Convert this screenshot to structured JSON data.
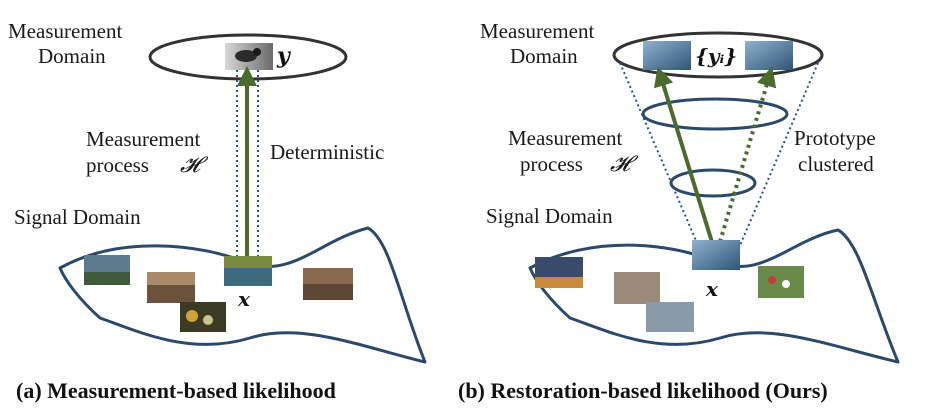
{
  "panel_a": {
    "measurement_domain": [
      "Measurement",
      "Domain"
    ],
    "measurement_symbol": "y",
    "measurement_process": [
      "Measurement",
      "process"
    ],
    "process_symbol": "𝓗",
    "deterministic": "Deterministic",
    "signal_domain": "Signal Domain",
    "signal_symbol": "x",
    "caption": "(a) Measurement-based likelihood"
  },
  "panel_b": {
    "measurement_domain": [
      "Measurement",
      "Domain"
    ],
    "measurement_symbol": "{yᵢ}",
    "measurement_process": [
      "Measurement",
      "process"
    ],
    "process_symbol": "𝓗",
    "prototype": [
      "Prototype",
      "clustered"
    ],
    "signal_domain": "Signal Domain",
    "signal_symbol": "x",
    "caption": "(b) Restoration-based likelihood (Ours)"
  },
  "colors": {
    "manifold_stroke": "#2b4a6b",
    "arrow_green": "#4a6b2e",
    "dotted_blue": "#2a4c9a",
    "ellipse_stroke": "#333333"
  }
}
